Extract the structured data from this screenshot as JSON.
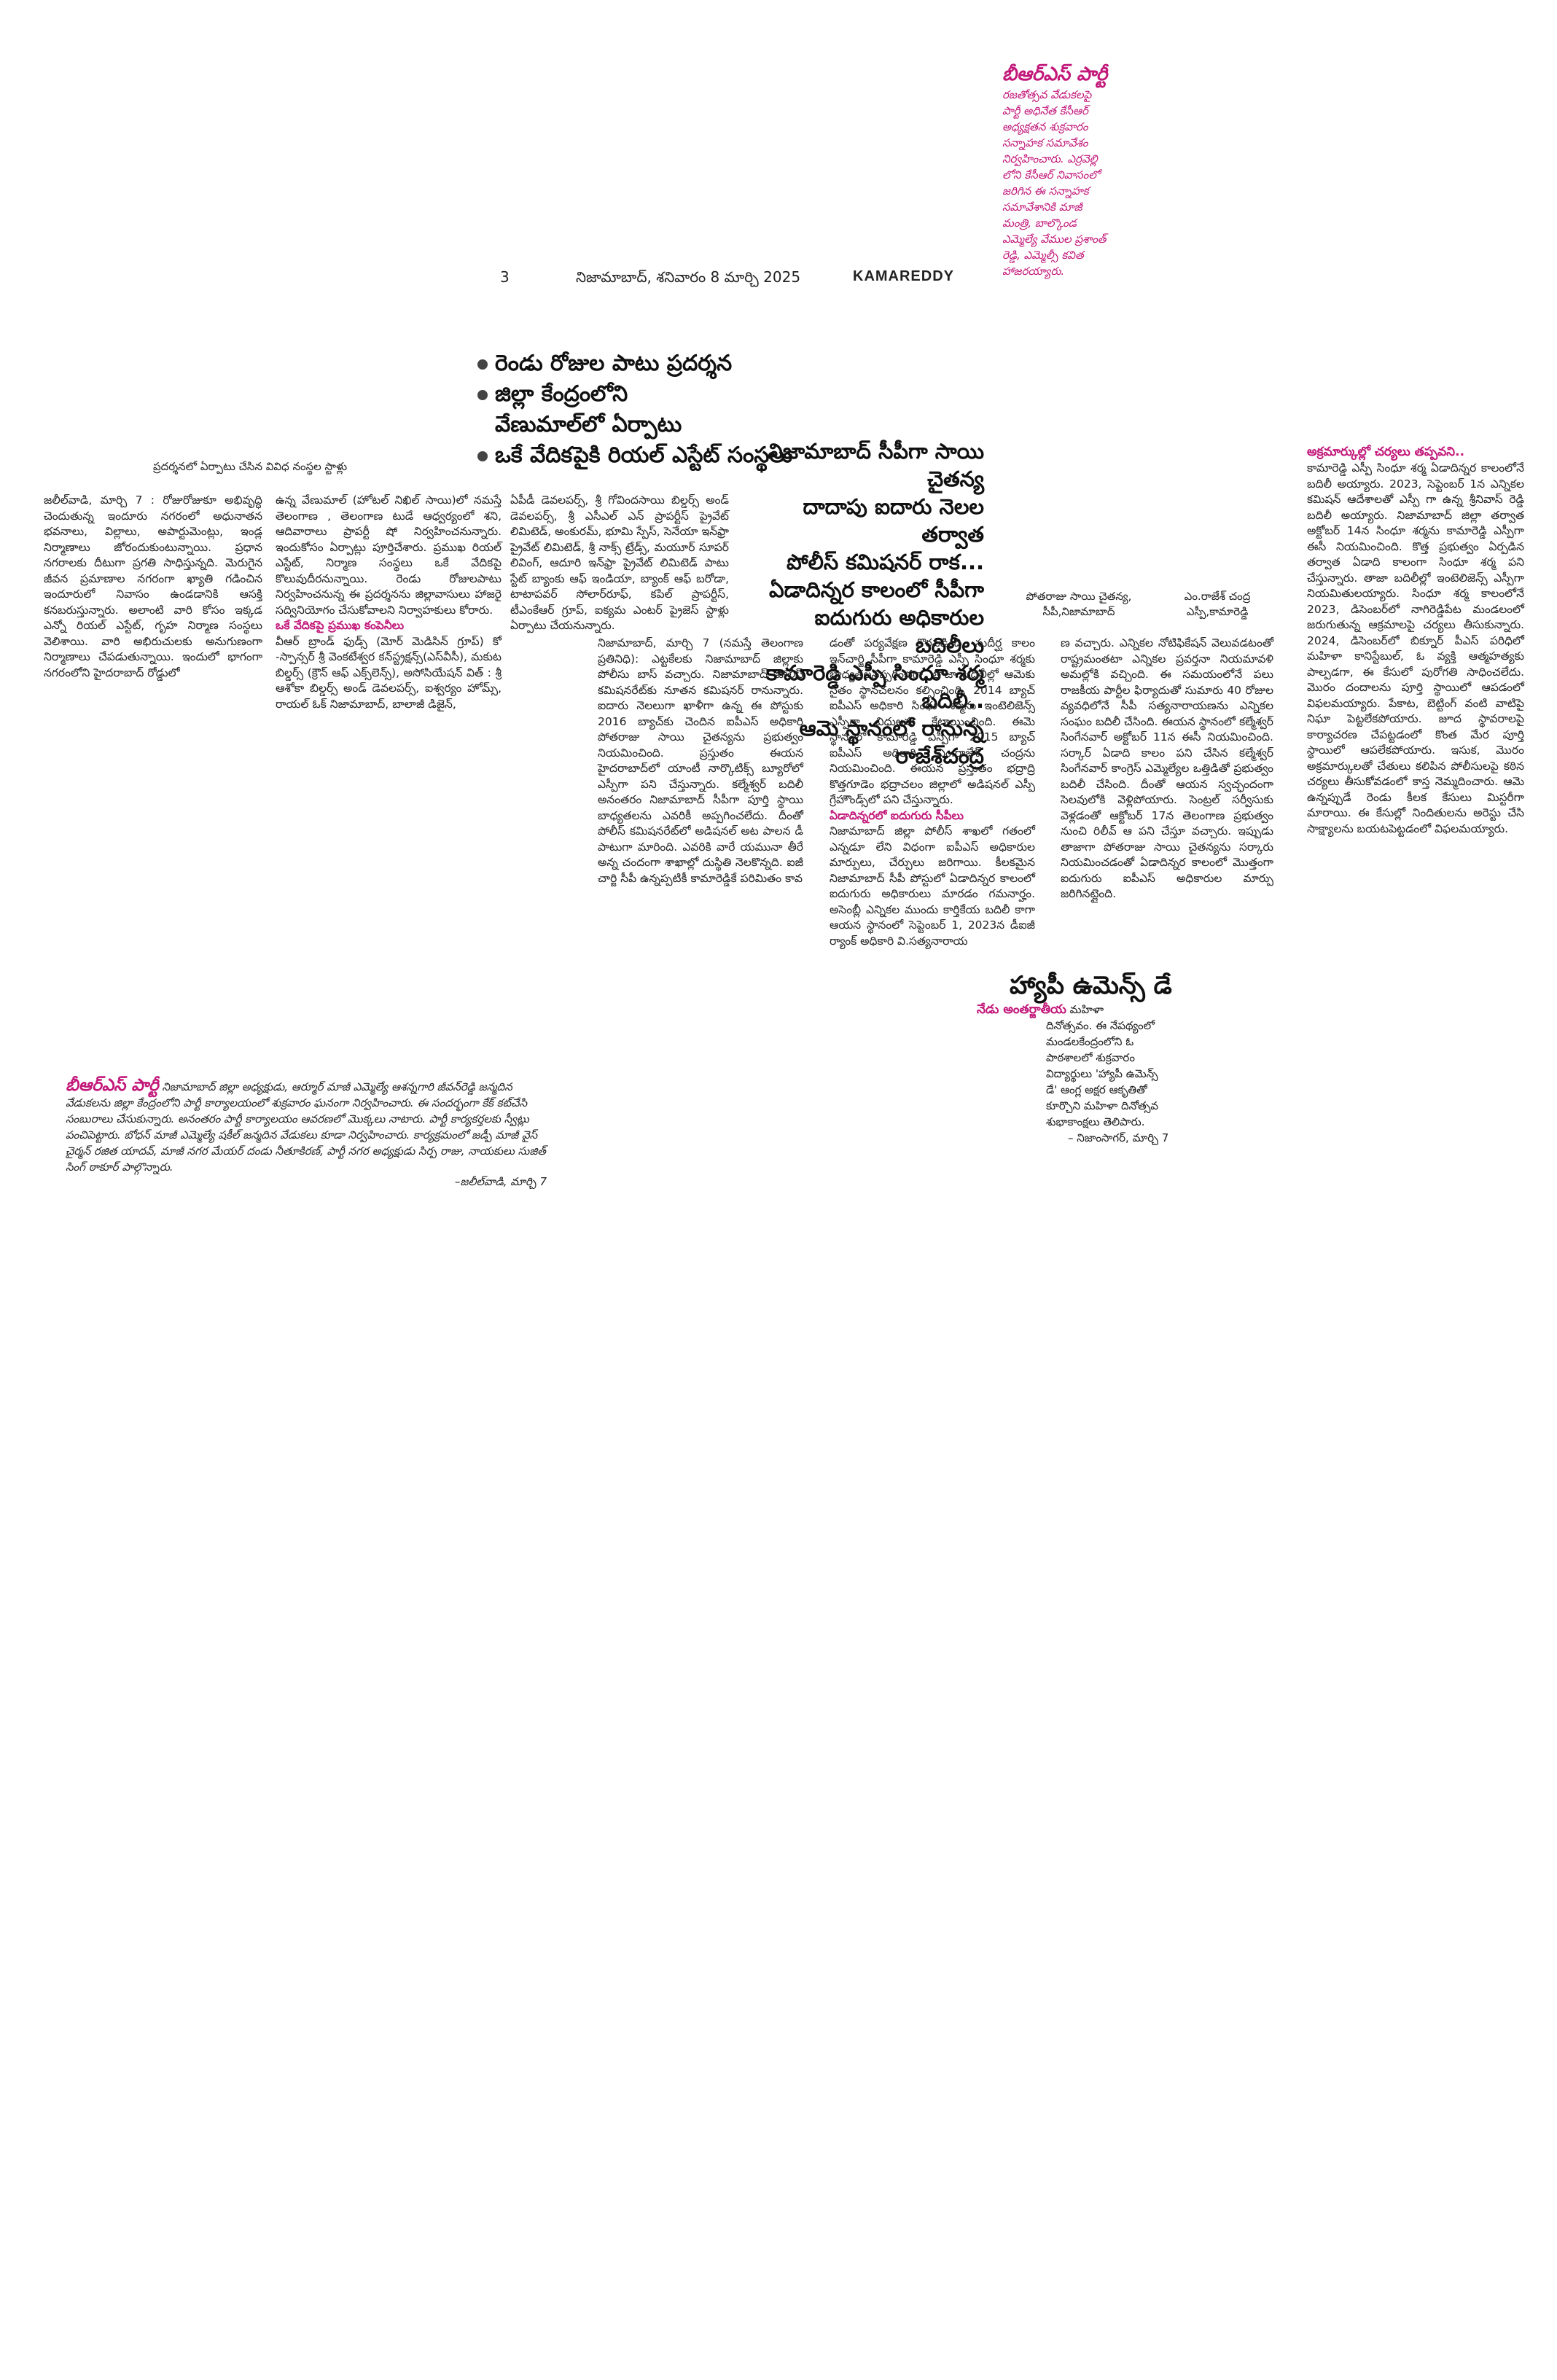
{
  "header": {
    "page_number": "3",
    "dateline": "నిజామాబాద్, శనివారం 8 మార్చి 2025",
    "section": "KAMAREDDY"
  },
  "top_right": {
    "title": "బీఆర్ఎస్ పార్టీ",
    "lines": [
      "రజతోత్సవ వేడుకలపై",
      "పార్టీ అధినేత కేసీఆర్",
      "అధ్యక్షతన శుక్రవారం",
      "సన్నాహక సమావేశం",
      "నిర్వహించారు. ఎర్రవెల్లి",
      "లోని కేసీఆర్ నివాసంలో",
      "జరిగిన ఈ సన్నాహక",
      "సమావేశానికి మాజీ",
      "మంత్రి, బాల్కొండ",
      "ఎమ్మెల్యే వేముల ప్రశాంత్",
      "రెడ్డి, ఎమ్మెల్సీ కవిత",
      "హాజరయ్యారు."
    ]
  },
  "exhibition": {
    "bullets": [
      "రెండు రోజుల పాటు ప్రదర్శన",
      "జిల్లా కేంద్రంలోని",
      "వేణుమాల్‌లో ఏర్పాటు",
      "ఒకే వేదికపైకి రియల్ ఎస్టేట్ సంస్థలు"
    ],
    "caption": "ప్రదర్శనలో ఏర్పాటు చేసిన వివిధ నంస్థల స్టాళ్లు",
    "col1": "జలీల్‌వాడి, మార్చి 7 : రోజురోజుకూ అభివృద్ధి చెందుతున్న ఇందూరు నగరంలో అధునాతన భవనాలు, విల్లాలు, అపార్టుమెంట్లు, ఇండ్ల నిర్మాణాలు జోరందుకుంటున్నాయి. ప్రధాన నగరాలకు దీటుగా ప్రగతి సాధిస్తున్నది. మెరుగైన జీవన ప్రమాణాల నగరంగా ఖ్యాతి గడించిన ఇందూరులో నివాసం ఉండడానికి ఆసక్తి కనబరుస్తున్నారు. అలాంటి వారి కోసం ఇక్కడ ఎన్నో రియల్ ఎస్టేట్, గృహ నిర్మాణ సంస్థలు వెలిశాయి. వారి అభిరుచులకు అనుగుణంగా నిర్మాణాలు చేపడుతున్నాయి. ఇందులో భాగంగా నగరంలోని హైదరాబాద్ రోడ్డులో",
    "col2": "ఉన్న వేణుమాల్ (హోటల్ నిఖిల్ సాయి)లో నమస్తే తెలంగాణ , తెలంగాణ టుడే ఆధ్వర్యంలో శని, ఆదివారాలు ప్రాపర్టీ షో నిర్వహించనున్నారు. ఇందుకోసం ఏర్పాట్లు పూర్తిచేశారు. ప్రముఖ రియల్ ఎస్టేట్, నిర్మాణ సంస్థలు ఒకే వేదికపై కొలువుదీరనున్నాయి. రెండు రోజులపాటు నిర్వహించనున్న ఈ ప్రదర్శనను జిల్లావాసులు హాజరై సద్వినియోగం చేసుకోవాలని నిర్వాహకులు కోరారు.",
    "col2_sub": "ఒకే వేదికపై ప్రముఖ కంపెనీలు",
    "col2b": "వీఆర్ బ్రాండ్ ఫుడ్స్ (మోర్ మెడిసిన్ గ్రూప్) కో -స్పాన్సర్ శ్రీ వెంకటేశ్వర కన్‌స్ట్రక్షన్స్(ఎస్‌వీసీ), మకుట బిల్డర్స్ (క్రౌన్ ఆఫ్ ఎక్స్‌లెన్స్), అసోసియేషన్ విత్ : శ్రీ ఆశోకా బిల్డర్స్ అండ్ డెవలపర్స్, ఐశ్వర్యం హోమ్స్, రాయల్ ఓక్ నిజామాబాద్, బాలాజీ డిజైన్,",
    "col3": "ఏపీడీ డెవలపర్స్, శ్రీ గోవిందసాయి బిల్డర్స్ అండ్ డెవలపర్స్, శ్రీ ఎసీఎల్ ఎన్ ప్రాపర్టీస్ ప్రైవేట్ లిమిటెడ్, అంకురమ్, భూమి స్పేస్, సెనేయా ఇన్‌ఫ్రా ప్రైవేట్ లిమిటెడ్, శ్రీ నాక్స్ ట్రేడ్స్, మయూర్ సూపర్ లివింగ్, ఆదూరి ఇన్‌ఫ్రా ప్రైవేట్ లిమిటెడ్ పాటు స్టేట్ బ్యాంకు ఆఫ్ ఇండియా, బ్యాంక్ ఆఫ్ బరోడా, టాటాపవర్ సోలార్‌రూఫ్, కపిల్ ప్రాపర్టీస్, టీఎంకేఆర్ గ్రూప్, ఐక్యమ ఎంటర్ ప్రైజెస్ స్టాళ్లు ఏర్పాటు చేయనున్నారు."
  },
  "police": {
    "headline": [
      "నిజామాబాద్ సీపీగా సాయి చైతన్య",
      "దాదాపు ఐదారు నెలల తర్వాత",
      "పోలీస్ కమిషనర్ రాక...",
      "ఏడాదిన్నర కాలంలో సీపీగా",
      "ఐదుగురు అధికారుల బదిలీలు",
      "కామారెడ్డి ఎస్పీ సింధూ శర్మ బదిలీ..",
      "ఆమె స్థానంలో రానున్న రాజేశ్‌చంద్ర"
    ],
    "photo_caption_1a": "పోతరాజు సాయి చైతన్య,",
    "photo_caption_1b": "సీపీ,నిజామాబాద్",
    "photo_caption_2a": "ఎం.రాజేశ్ చంద్ర",
    "photo_caption_2b": "ఎస్పీ,కామారెడ్డి",
    "col1": "నిజామాబాద్, మార్చి 7 (నమస్తే తెలంగాణ ప్రతినిధి): ఎట్టకేలకు నిజామాబాద్ జిల్లాకు పోలీసు బాస్ వచ్చారు. నిజామాబాద్ పోలీస్ కమిషనరేట్‌కు నూతన కమిషనర్ రానున్నారు. ఐదారు నెలలుగా ఖాళీగా ఉన్న ఈ పోస్టుకు 2016 బ్యాచ్‌కు చెందిన ఐపీఎస్ అధికారి పోతరాజు సాయి చైతన్యను ప్రభుత్వం నియమించింది. ప్రస్తుతం ఈయన హైదరాబాద్‌లో యాంటీ నార్కొటిక్స్ బ్యూరోలో ఎస్పీగా పని చేస్తున్నారు. కల్మేశ్వర్ బదిలీ అనంతరం నిజామాబాద్ సీపీగా పూర్తి స్థాయి బాధ్యతలను ఎవరికీ అప్పగించలేదు. దీంతో పోలీస్ కమిషనరేట్‌లో అడిషనల్ అట పాలన డీ పాటుగా మారింది. ఎవరికి వారే యమునా తీరే అన్న చందంగా శాఖాల్లో దుస్థితి నెలకొన్నది. ఐజీ చార్జి సీపీ ఉన్నప్పటికీ కామారెడ్డికే పరిమితం కావ",
    "col2": "డంతో పర్యవేక్షణ కొరవడింది. సుదీర్ఘ కాలం ఇన్‌చార్జి సీపీగా కామారెడ్డి ఎస్పీ సింధూ శర్మకు బాధ్యతలనప్పగించగా, తాజా బదిలీల్లో ఆమెకు సైతం స్థానచలనం కల్పించింది. 2014 బ్యాచ్ ఐపీఎస్ అధికారి సింధూ శర్మను ఇంటెలిజెన్స్ ఎస్పీగా విధులను కేటాయించింది. ఈమె స్థానంలో కామారెడ్డి ఎస్పీగా 2015 బ్యాచ్ ఐపీఎస్ అధికారి ఎం.రాజేశ్ చంద్రను నియమించింది. ఈయన ప్రస్తుతం భద్రాద్రి కొత్తగూడెం భద్రాచలం జిల్లాలో అడిషనల్ ఎస్పీ గ్రేహౌండ్స్‌లో పని చేస్తున్నారు.",
    "col2_sub": "ఏడాదిన్నరలో ఐదుగురు సీపీలు",
    "col2b": "నిజామాబాద్ జిల్లా పోలీస్ శాఖలో గతంలో ఎన్నడూ లేని విధంగా ఐపీఎస్ అధికారుల మార్పులు, చేర్పులు జరిగాయి. కీలకమైన నిజామాబాద్ సీపీ పోస్టులో ఏడాదిన్నర కాలంలో ఐదుగురు అధికారులు మారడం గమనార్హం. అసెంబ్లీ ఎన్నికల ముందు కార్తికేయ బదిలీ కాగా ఆయన స్థానంలో సెప్టెంబర్ 1, 2023న డీఐజీ ర్యాంక్ అధికారి వి.సత్యనారాయ",
    "col3": "ణ వచ్చారు. ఎన్నికల నోటిఫికేషన్ వెలువడటంతో రాష్ట్రమంతటా ఎన్నికల ప్రవర్తనా నియమావళి అమల్లోకి వచ్చింది. ఈ సమయంలోనే పలు రాజకీయ పార్టీల ఫిర్యాదుతో సుమారు 40 రోజుల వ్యవధిలోనే సీపీ సత్యనారాయణను ఎన్నికల సంఘం బదిలీ చేసింది. ఈయన స్థానంలో కల్మేశ్వర్ సింగేనవార్ అక్టోబర్ 11న ఈసీ నియమించింది. సర్కార్ ఏడాది కాలం పని చేసిన కల్మేశ్వర్ సింగేనవార్ కాంగ్రెస్ ఎమ్మెల్యేల ఒత్తిడితో ప్రభుత్వం బదిలీ చేసింది. దీంతో ఆయన స్వచ్ఛందంగా సెలవులోకి వెళ్లిపోయారు. సెంట్రల్ సర్వీసుకు వెళ్లడంతో ఆక్టోబర్ 17న తెలంగాణ ప్రభుత్వం నుంచి రిలీవ్ ఆ పని చేస్తూ వచ్చారు. ఇప్పుడు తాజాగా పోతరాజు సాయి చైతన్యను సర్కారు నియమించడంతో ఏడాదిన్నర కాలంలో మొత్తంగా ఐదుగురు ఐపీఎస్ అధికారుల మార్పు జరిగినట్లైంది."
  },
  "far_right": {
    "title": "అక్రమార్కుల్లో చర్యలు తప్పవని..",
    "text": "కామారెడ్డి ఎస్పీ సింధూ శర్మ ఏడాదిన్నర కాలంలోనే బదిలీ అయ్యారు. 2023, సెప్టెంబర్ 1న ఎన్నికల కమిషన్ ఆదేశాలతో ఎస్పీ గా ఉన్న శ్రీనివాస్ రెడ్డి బదిలీ అయ్యారు. నిజామాబాద్ జిల్లా తర్వాత అక్టోబర్ 14న సింధూ శర్మను కామారెడ్డి ఎస్పీగా ఈసీ నియమించింది. కొత్త ప్రభుత్వం ఏర్పడిన తర్వాత ఏడాది కాలంగా సింధూ శర్మ పని చేస్తున్నారు. తాజా బదిలీల్లో ఇంటెలిజెన్స్ ఎస్పీగా నియమితులయ్యారు. సింధూ శర్మ కాలంలోనే 2023, డిసెంబర్‌లో నాగిరెడ్డిపేట మండలంలో జరుగుతున్న ఆక్రమాలపై చర్యలు తీసుకున్నారు. 2024, డిసెంబర్‌లో బిక్నూర్ పీఎస్ పరిధిలో మహిళా కానిస్టేబుల్, ఓ వ్యక్తి ఆత్మహత్యకు పాల్పడగా, ఈ కేసులో పురోగతి సాధించలేదు. మొరం దందాలను పూర్తి స్థాయిలో ఆపడంలో విఫలమయ్యారు. పేకాట, బెట్టింగ్ వంటి వాటిపై నిఘా పెట్టలేకపోయారు. జూద స్థావరాలపై కార్యాచరణ చేపట్టడంలో కొంత మేర పూర్తి స్థాయిలో ఆపలేకపోయారు. ఇసుక, మొరం అక్రమార్కులతో చేతులు కలిపిన పోలీసులపై కఠిన చర్యలు తీసుకోవడంలో కాస్త నెమ్మదించారు. ఆమె ఉన్నప్పుడే రెండు కీలక కేసులు మిస్టరీగా మారాయి. ఈ కేసుల్లో నిందితులను అరెస్టు చేసి సాక్ష్యాలను బయటపెట్టడంలో విఫలమయ్యారు."
  },
  "womens_day": {
    "title": "హ్యాపీ ఉమెన్స్ డే",
    "lead": "నేడు అంతర్జాతీయ",
    "lines": [
      "మహిళా",
      "దినోత్సవం. ఈ నేపథ్యంలో",
      "మండలకేంద్రంలోని ఓ",
      "పాఠశాలలో శుక్రవారం",
      "విద్యార్థులు 'హ్యాపీ ఉమెన్స్",
      "డే' ఆంగ్ల అక్షర ఆకృతితో",
      "కూర్చొని మహిళా దినోత్సవ",
      "శుభాకాంక్షలు తెలిపారు."
    ],
    "byline": "– నిజాంసాగర్, మార్చి 7"
  },
  "brs_bottom": {
    "title": "బీఆర్ఎస్ పార్టీ",
    "text": "నిజామాబాద్ జిల్లా అధ్యక్షుడు, ఆర్మూర్ మాజీ ఎమ్మెల్యే ఆశన్నగారి జీవన్‌రెడ్డి జన్మదిన వేడుకలను జిల్లా కేంద్రంలోని పార్టీ కార్యాలయంలో శుక్రవారం ఘనంగా నిర్వహించారు. ఈ సందర్భంగా కేక్ కట్‌చేసి సంబురాలు చేసుకున్నారు. అనంతరం పార్టీ కార్యాలయం ఆవరణలో మొక్కలు నాటారు. పార్టీ కార్యకర్తలకు స్వీట్లు పంచిపెట్టారు. బోధన్ మాజీ ఎమ్మెల్యే షకీల్ జన్మదిన వేడుకలు కూడా నిర్వహించారు. కార్యక్రమంలో జడ్పీ మాజీ వైస్ చైర్మన్ రజిత యాదవ్, మాజీ నగర మేయర్ దండు నీతూకిరణ్, పార్టీ నగర అధ్యక్షుడు సిర్ప రాజు, నాయకులు సుజిత్ సింగ్ ఠాకూర్ పాల్గొన్నారు.",
    "byline": "–జలీల్‌వాడి, మార్చి 7"
  }
}
